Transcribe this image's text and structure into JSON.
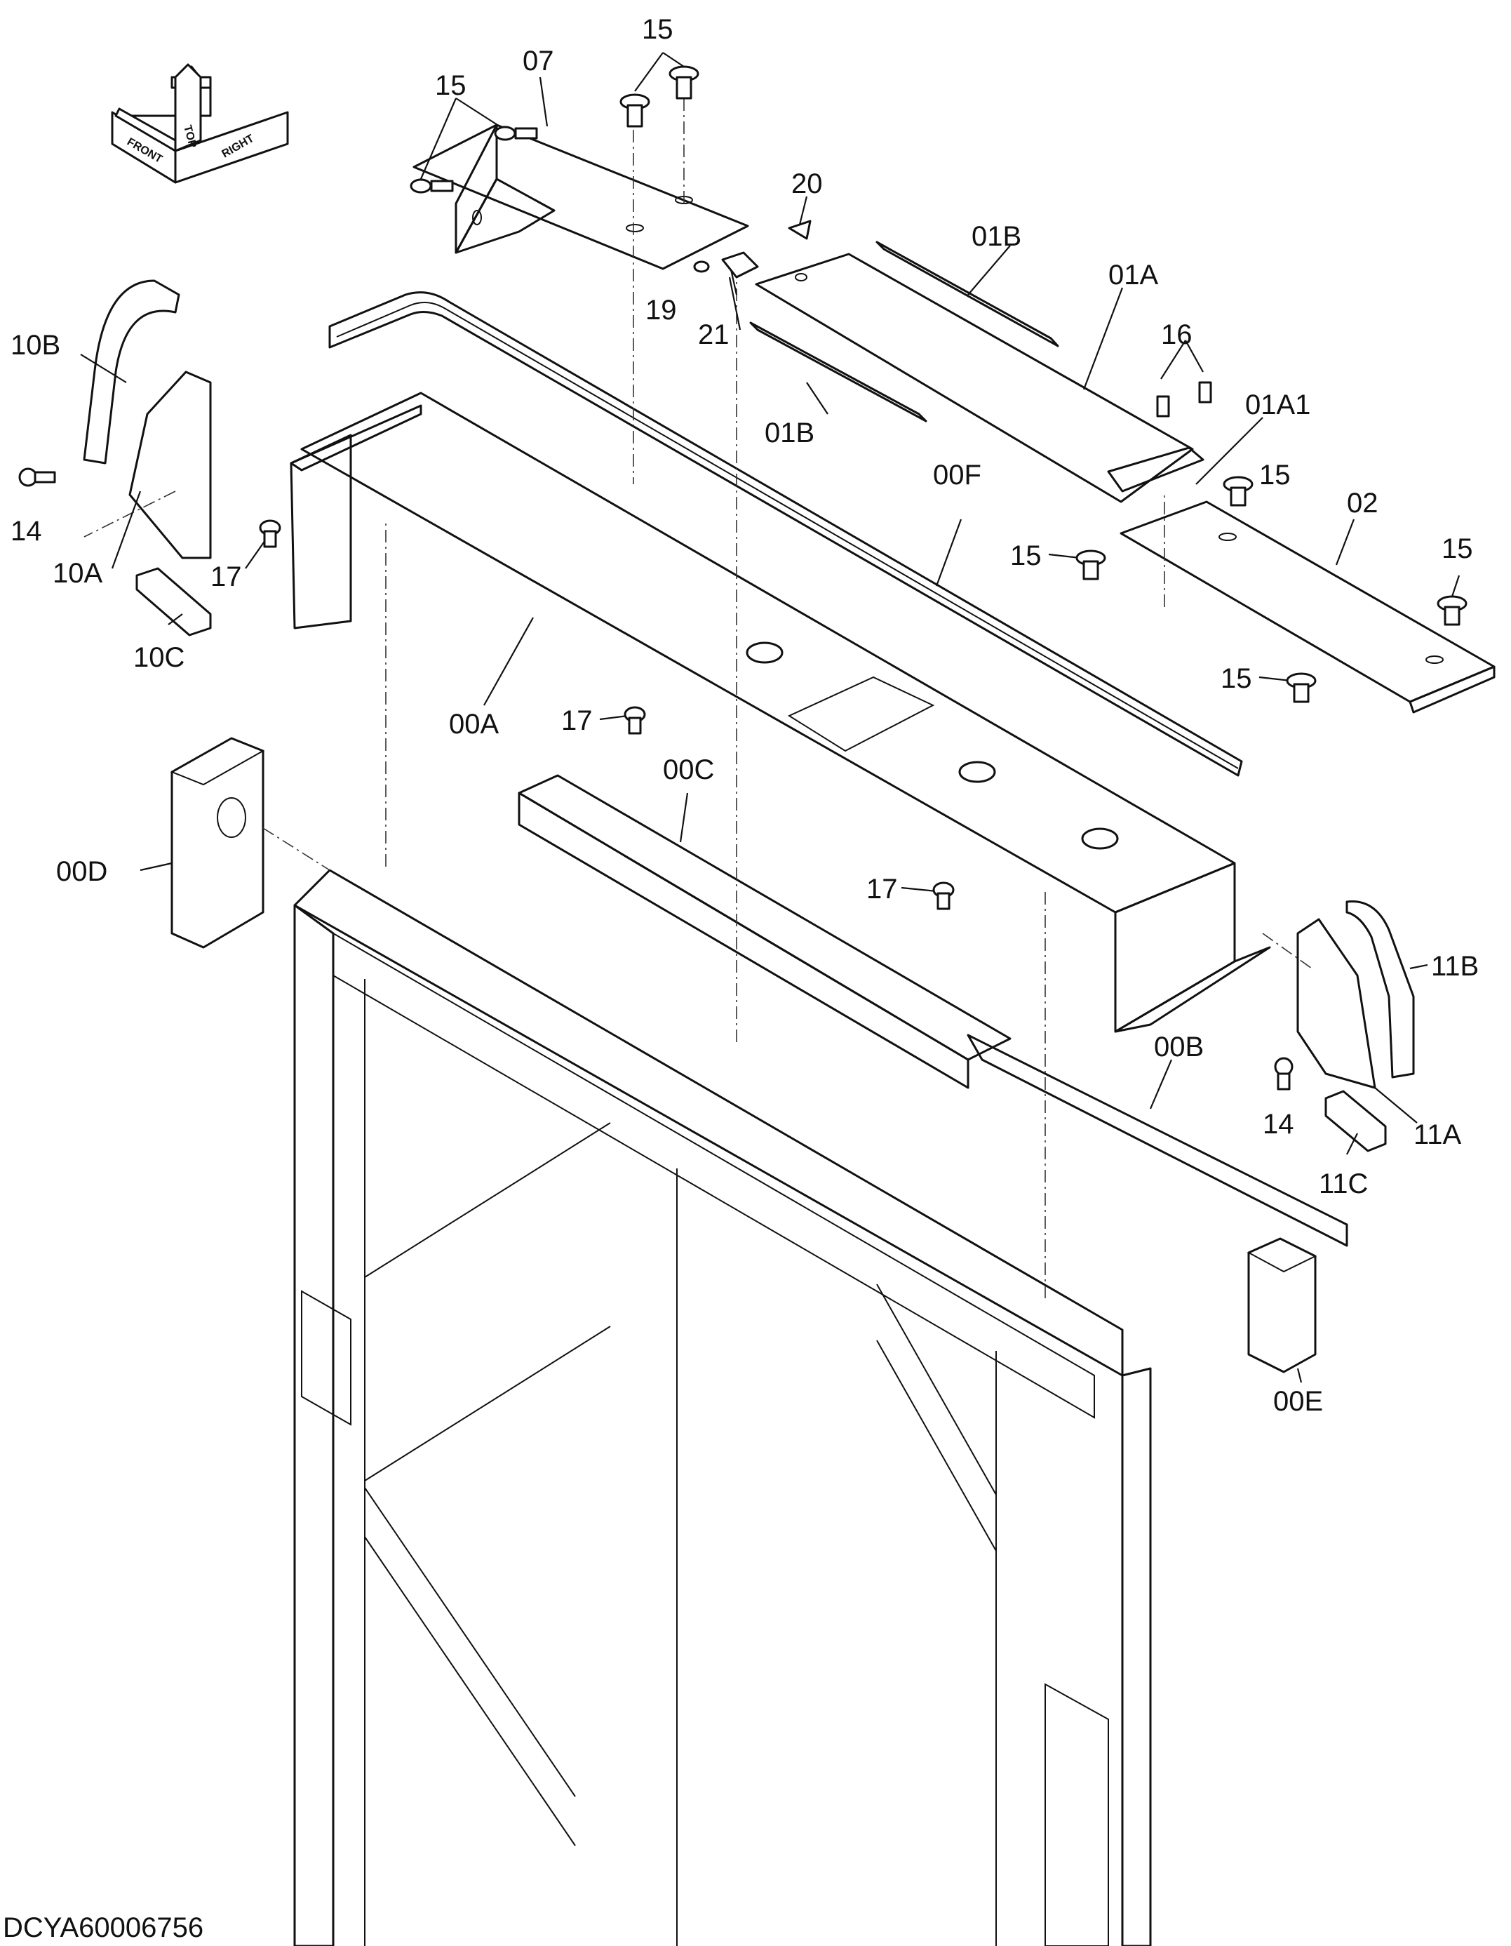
{
  "drawing_code": "DCYA60006756",
  "orientation": {
    "top": "TOP",
    "front": "FRONT",
    "right": "RIGHT"
  },
  "callouts": [
    {
      "id": "c15a",
      "text": "15"
    },
    {
      "id": "c15b",
      "text": "15"
    },
    {
      "id": "c07",
      "text": "07"
    },
    {
      "id": "c20",
      "text": "20"
    },
    {
      "id": "c01B_top",
      "text": "01B"
    },
    {
      "id": "c01A",
      "text": "01A"
    },
    {
      "id": "c16",
      "text": "16"
    },
    {
      "id": "c01A1",
      "text": "01A1"
    },
    {
      "id": "c15c",
      "text": "15"
    },
    {
      "id": "c19",
      "text": "19"
    },
    {
      "id": "c21",
      "text": "21"
    },
    {
      "id": "c01B_bot",
      "text": "01B"
    },
    {
      "id": "c10B",
      "text": "10B"
    },
    {
      "id": "c14a",
      "text": "14"
    },
    {
      "id": "c10A",
      "text": "10A"
    },
    {
      "id": "c17a",
      "text": "17"
    },
    {
      "id": "c10C",
      "text": "10C"
    },
    {
      "id": "c00F",
      "text": "00F"
    },
    {
      "id": "c02",
      "text": "02"
    },
    {
      "id": "c15d",
      "text": "15"
    },
    {
      "id": "c15e",
      "text": "15"
    },
    {
      "id": "c15f",
      "text": "15"
    },
    {
      "id": "c00A",
      "text": "00A"
    },
    {
      "id": "c17b",
      "text": "17"
    },
    {
      "id": "c00C",
      "text": "00C"
    },
    {
      "id": "c00D",
      "text": "00D"
    },
    {
      "id": "c17c",
      "text": "17"
    },
    {
      "id": "c11B",
      "text": "11B"
    },
    {
      "id": "c00B",
      "text": "00B"
    },
    {
      "id": "c14b",
      "text": "14"
    },
    {
      "id": "c11A",
      "text": "11A"
    },
    {
      "id": "c11C",
      "text": "11C"
    },
    {
      "id": "c00E",
      "text": "00E"
    }
  ]
}
